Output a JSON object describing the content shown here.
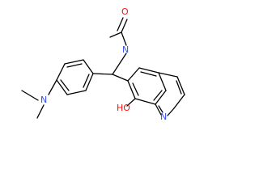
{
  "molecule": {
    "atoms": [
      {
        "id": "O1",
        "label": "O",
        "color": "#ff0d0d"
      },
      {
        "id": "N1",
        "label": "N",
        "color": "#3050f8"
      },
      {
        "id": "N2",
        "label": "N",
        "color": "#3050f8"
      },
      {
        "id": "OH",
        "label": "HO",
        "color": "#ff0d0d"
      },
      {
        "id": "N3",
        "label": "N",
        "color": "#3050f8"
      }
    ],
    "bond_color": "#000000"
  }
}
